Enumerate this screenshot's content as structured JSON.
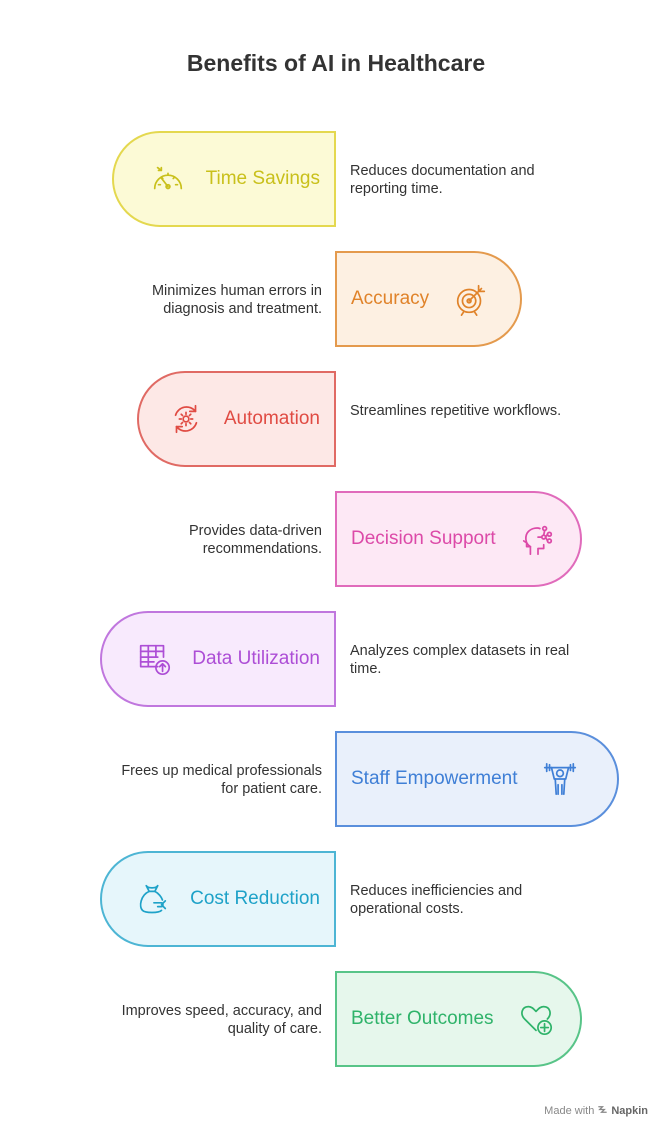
{
  "title": "Benefits of AI in Healthcare",
  "items": [
    {
      "label": "Time Savings",
      "desc": "Reduces documentation and reporting time.",
      "icon": "speedometer-icon",
      "color": "#c9c01b",
      "border": "#e4d84f",
      "fill": "#fcfad6"
    },
    {
      "label": "Accuracy",
      "desc": "Minimizes human errors in diagnosis and treatment.",
      "icon": "target-arrow-icon",
      "color": "#e0832a",
      "border": "#e49a4d",
      "fill": "#fdf0e2"
    },
    {
      "label": "Automation",
      "desc": "Streamlines repetitive workflows.",
      "icon": "gear-cycle-icon",
      "color": "#e04b43",
      "border": "#e06a64",
      "fill": "#fde8e6"
    },
    {
      "label": "Decision Support",
      "desc": "Provides data-driven recommendations.",
      "icon": "head-network-icon",
      "color": "#dc4aa8",
      "border": "#e06bbb",
      "fill": "#fde8f5"
    },
    {
      "label": "Data Utilization",
      "desc": "Analyzes complex datasets in real time.",
      "icon": "table-upload-icon",
      "color": "#ad4ed6",
      "border": "#c077de",
      "fill": "#f8eafd"
    },
    {
      "label": "Staff Empowerment",
      "desc": "Frees up medical professionals for patient care.",
      "icon": "weightlifter-icon",
      "color": "#3f7fd6",
      "border": "#5a8fdc",
      "fill": "#e9f0fb"
    },
    {
      "label": "Cost Reduction",
      "desc": "Reduces inefficiencies and operational costs.",
      "icon": "money-bag-icon",
      "color": "#1ea2c8",
      "border": "#4db5d4",
      "fill": "#e6f6fb"
    },
    {
      "label": "Better Outcomes",
      "desc": "Improves speed, accuracy, and quality of care.",
      "icon": "heart-plus-icon",
      "color": "#2fb36a",
      "border": "#58c488",
      "fill": "#e6f7ec"
    }
  ],
  "footer": {
    "prefix": "Made with",
    "brand": "Napkin"
  }
}
